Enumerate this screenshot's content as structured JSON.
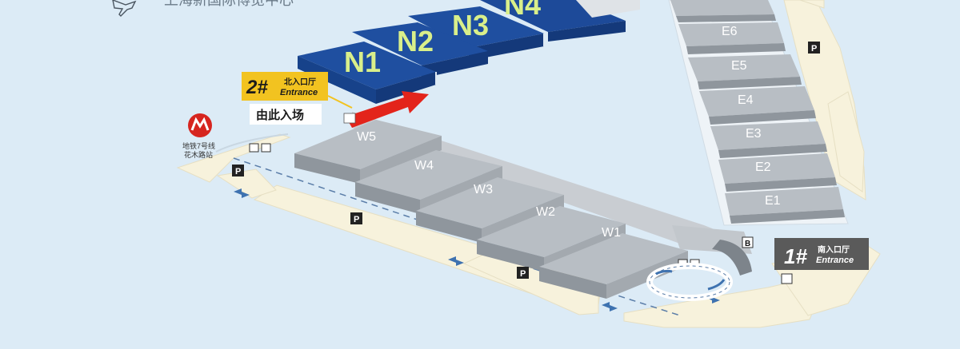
{
  "venue_title": "上海新国际博览中心",
  "halls_north": [
    "N1",
    "N2",
    "N3",
    "N4"
  ],
  "halls_west": [
    "W5",
    "W4",
    "W3",
    "W2",
    "W1"
  ],
  "halls_east": [
    "E6",
    "E5",
    "E4",
    "E3",
    "E2",
    "E1"
  ],
  "entrance_north": {
    "number": "2#",
    "cn": "北入口厅",
    "en": "Entrance"
  },
  "entrance_south": {
    "number": "1#",
    "cn": "南入口厅",
    "en": "Entrance"
  },
  "enter_here": "由此入场",
  "metro": {
    "line": "地铁7号线",
    "station": "花木路站"
  },
  "parking_label": "P",
  "bus_label": "B",
  "colors": {
    "north_hall": "#1f4fa0",
    "north_label": "#d9ef8a",
    "hall_grey": "#b7bdc3",
    "ground": "#f7f2dc",
    "entrance_yellow": "#f2c320",
    "entrance_dark": "#5a5a5a",
    "arrow_red": "#e3241b",
    "metro_red": "#d6251f"
  }
}
